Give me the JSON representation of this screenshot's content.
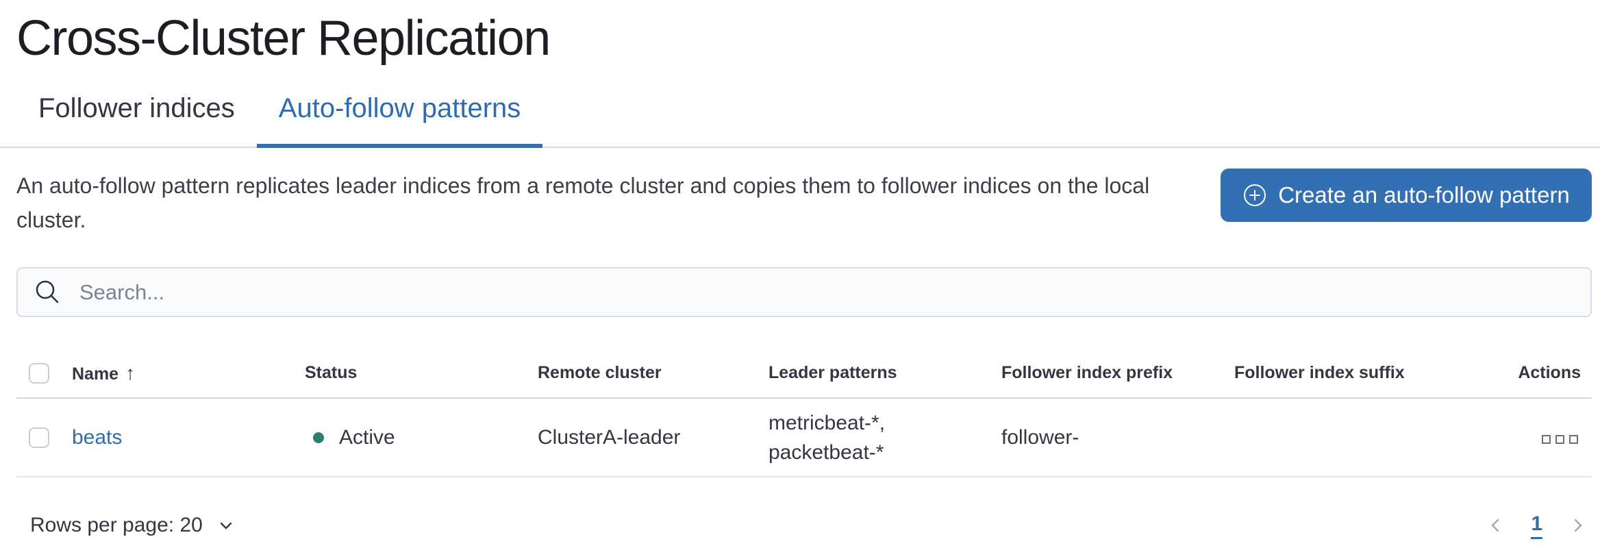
{
  "page": {
    "title": "Cross-Cluster Replication"
  },
  "tabs": [
    {
      "label": "Follower indices",
      "active": false
    },
    {
      "label": "Auto-follow patterns",
      "active": true
    }
  ],
  "description": "An auto-follow pattern replicates leader indices from a remote cluster and copies them to follower indices on the local cluster.",
  "create_button": {
    "label": "Create an auto-follow pattern"
  },
  "search": {
    "placeholder": "Search...",
    "value": ""
  },
  "table": {
    "headers": [
      "Name",
      "Status",
      "Remote cluster",
      "Leader patterns",
      "Follower index prefix",
      "Follower index suffix",
      "Actions"
    ],
    "sort": {
      "column": "Name",
      "direction": "ascending"
    },
    "rows": [
      {
        "name": "beats",
        "status": "Active",
        "remote_cluster": "ClusterA-leader",
        "leader_patterns_lines": [
          "metricbeat-*,",
          "packetbeat-*"
        ],
        "follower_index_prefix": "follower-",
        "follower_index_suffix": ""
      }
    ]
  },
  "footer": {
    "rows_per_page_label": "Rows per page: 20",
    "pagination": {
      "current_page": "1"
    }
  },
  "icons": {
    "plus_in_circle": "⊕",
    "search": "⌕",
    "sort_ascending": "↑",
    "chevron_down": "⌄",
    "chevron_left": "‹",
    "chevron_right": "›",
    "actions_boxes": "▫▫▫"
  },
  "colors": {
    "primary_button": "#3370b3",
    "link": "#2e6cb1",
    "active_tab": "#2e6cb1",
    "status_active_dot": "#2f7d6f",
    "divider": "#d3dae6",
    "row_border": "#dfe3ee",
    "text": "#343741",
    "title": "#1c1e24",
    "muted": "#7b8394"
  }
}
